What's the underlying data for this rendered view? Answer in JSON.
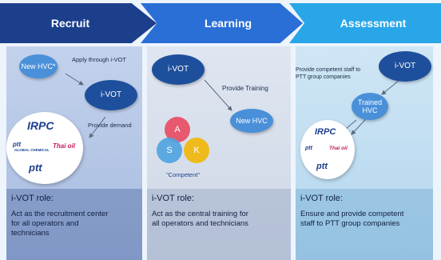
{
  "headers": {
    "recruit": "Recruit",
    "learning": "Learning",
    "assessment": "Assessment"
  },
  "recruit": {
    "new_hvc": "New HVC*",
    "apply_note": "Apply through i-VOT",
    "ivot": "i-VOT",
    "demand_note": "Provide demand",
    "logos": {
      "irpc": "IRPC",
      "ptt_global": "ptt",
      "ptt_global_sub": "GLOBAL CHEMICAL",
      "thai_oil": "Thai oil",
      "ptt": "ptt"
    },
    "role_title": "i-VOT role:",
    "role_desc": [
      "Act as the recruitment center",
      "for all operators and",
      "technicians"
    ]
  },
  "learning": {
    "ivot": "i-VOT",
    "training_note": "Provide Training",
    "new_hvc": "New HVC",
    "ask": {
      "a": "A",
      "s": "S",
      "k": "K"
    },
    "competent": "\"Competent\"",
    "role_title": "i-VOT role:",
    "role_desc": [
      "Act as the central training for",
      "all operators and technicians"
    ]
  },
  "assessment": {
    "staff_note": [
      "Provide competent staff to",
      "PTT group companies"
    ],
    "ivot": "i-VOT",
    "trained_hvc": [
      "Trained",
      "HVC"
    ],
    "logos": {
      "irpc": "IRPC",
      "ptt_global": "ptt",
      "thai_oil": "Thai oil",
      "ptt": "ptt"
    },
    "role_title": "i-VOT role:",
    "role_desc": [
      "Ensure and provide competent",
      "staff to PTT group companies"
    ]
  },
  "colors": {
    "chevron_recruit": "#1c3f8c",
    "chevron_learning": "#2a6fd6",
    "chevron_assessment": "#29a6e8",
    "bubble_dark": "#1e4f9c",
    "bubble_light": "#4a90d9",
    "ask_red": "#e84a5f",
    "ask_blue": "#4fa3e0",
    "ask_yellow": "#f2b705"
  }
}
